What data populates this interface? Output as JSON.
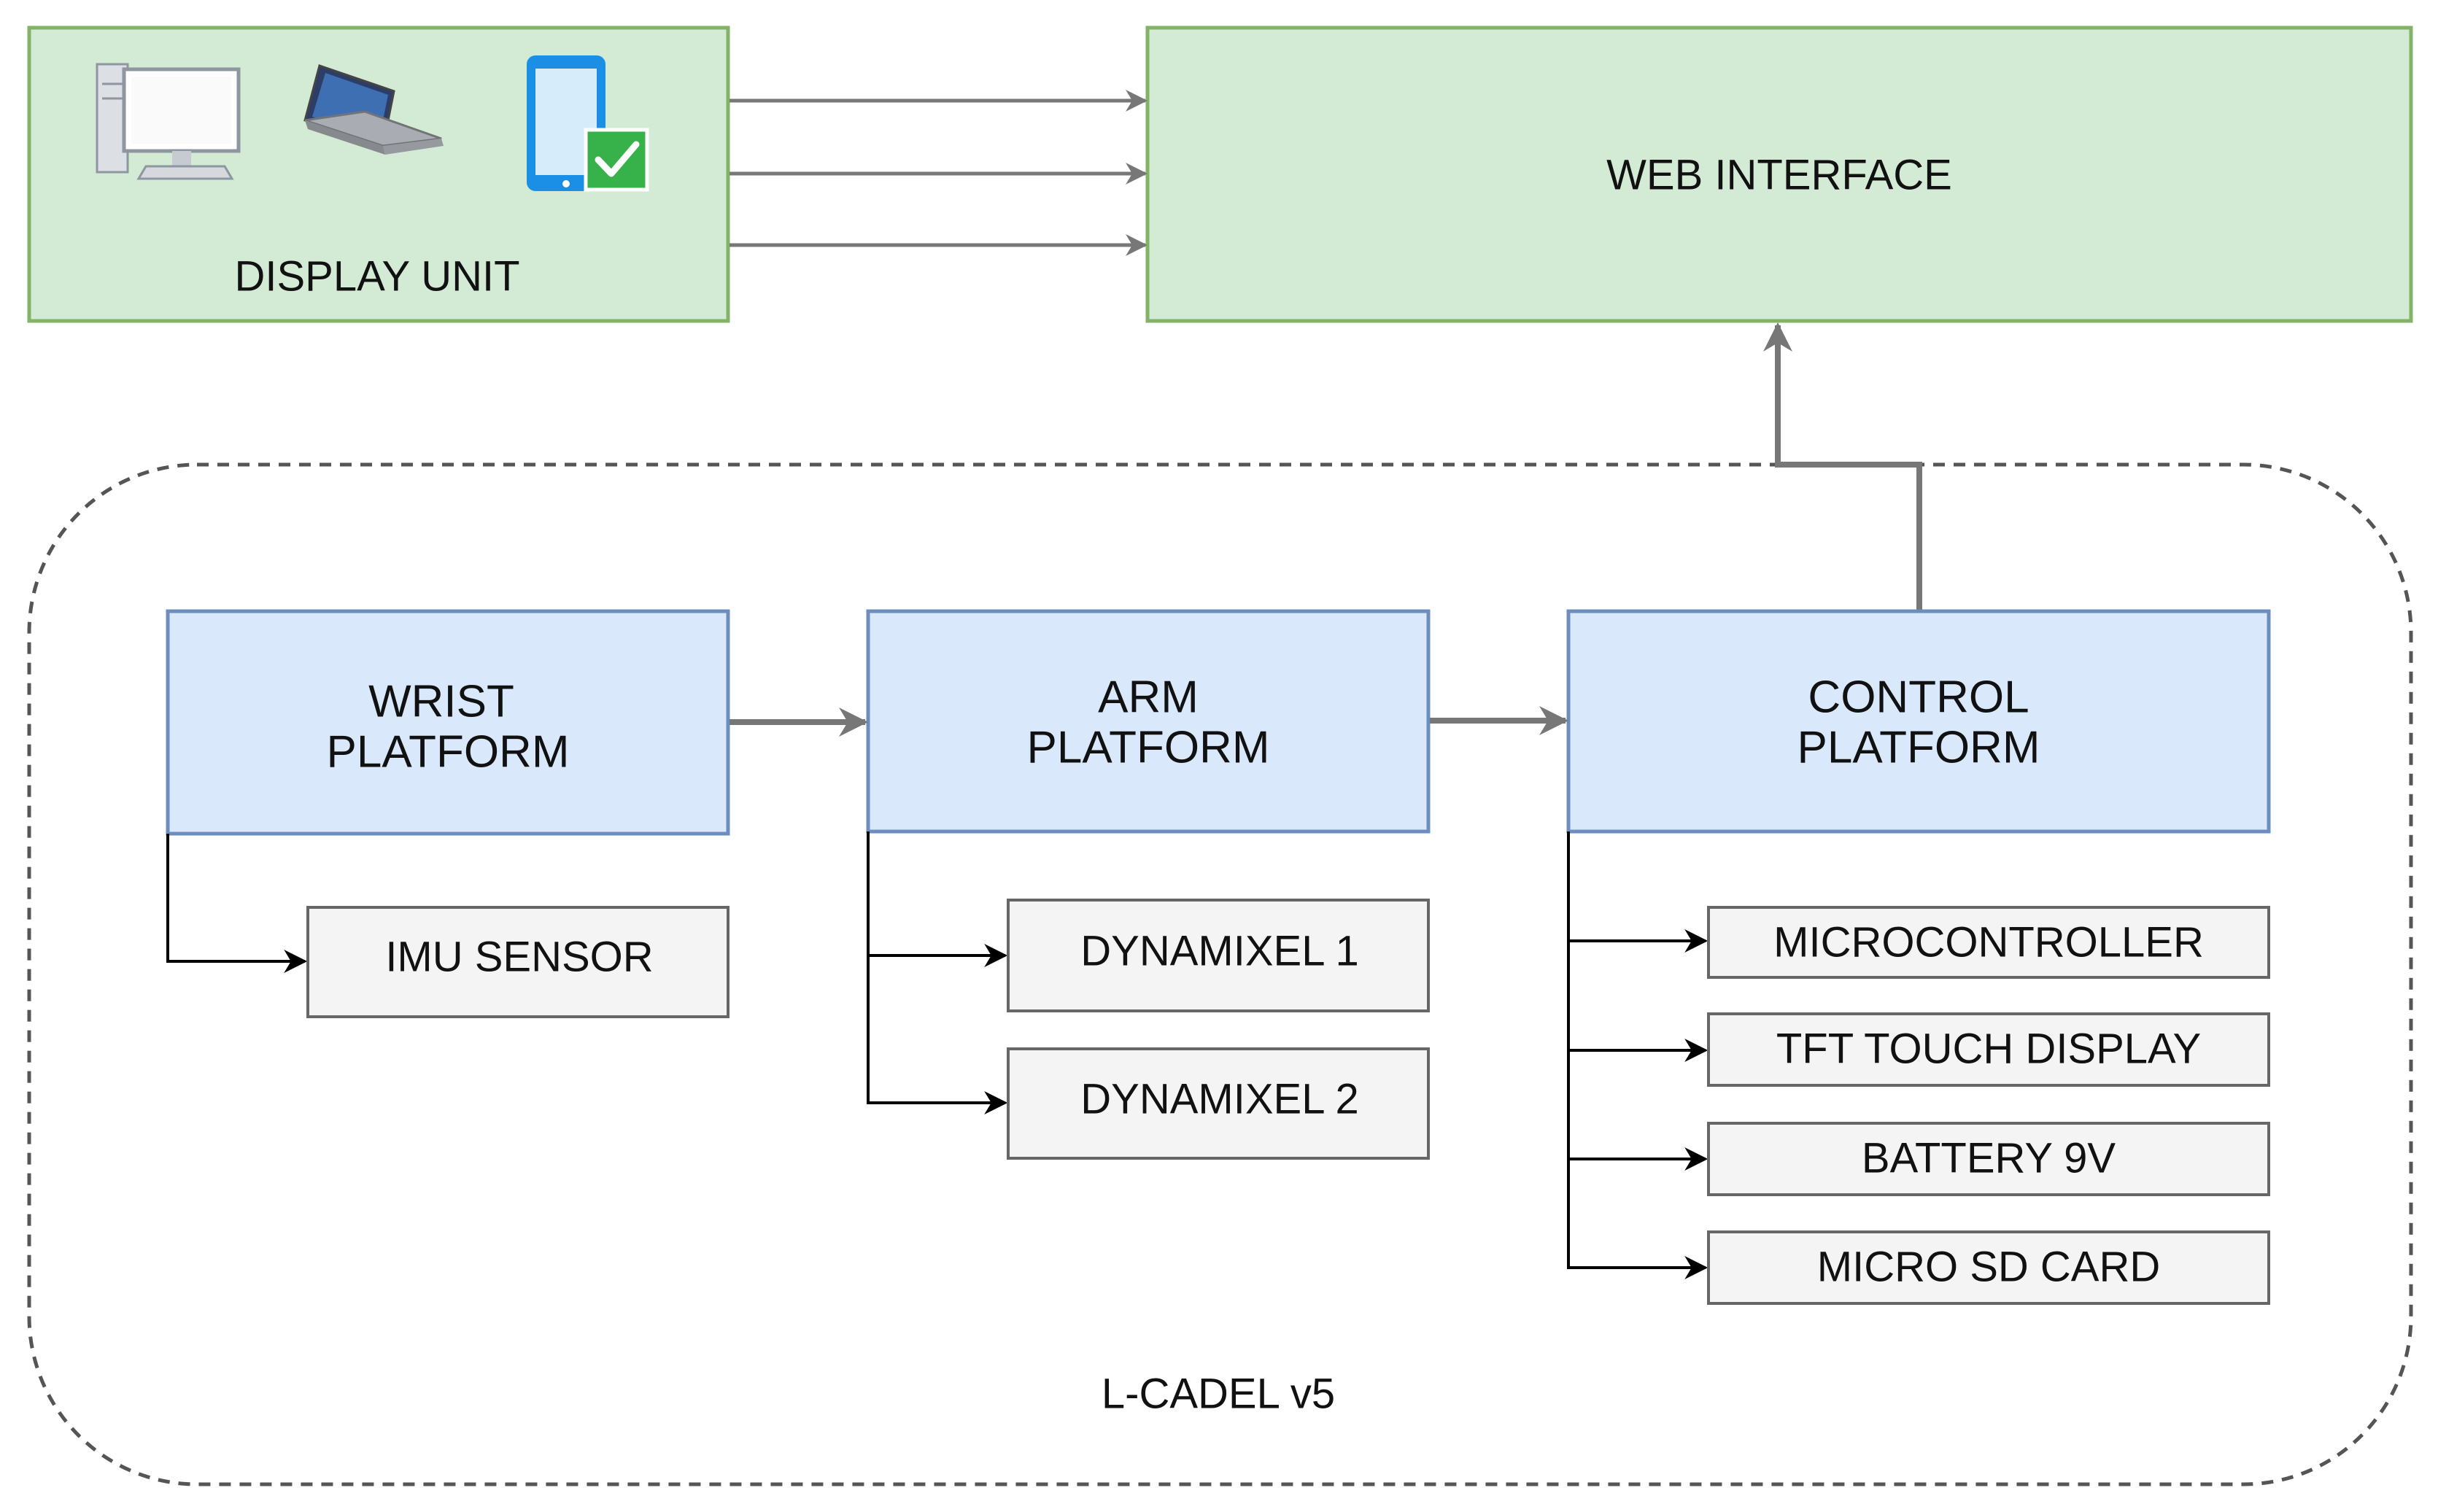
{
  "display_unit": {
    "label": "DISPLAY UNIT",
    "devices": [
      "desktop-computer-icon",
      "laptop-icon",
      "smartphone-check-icon"
    ]
  },
  "web_interface": {
    "label": "WEB INTERFACE"
  },
  "system": {
    "label": "L-CADEL v5"
  },
  "platforms": {
    "wrist": {
      "line1": "WRIST",
      "line2": "PLATFORM"
    },
    "arm": {
      "line1": "ARM",
      "line2": "PLATFORM"
    },
    "control": {
      "line1": "CONTROL",
      "line2": "PLATFORM"
    }
  },
  "components": {
    "wrist": [
      "IMU SENSOR"
    ],
    "arm": [
      "DYNAMIXEL 1",
      "DYNAMIXEL 2"
    ],
    "control": [
      "MICROCONTROLLER",
      "TFT TOUCH DISPLAY",
      "BATTERY 9V",
      "MICRO SD CARD"
    ]
  },
  "colors": {
    "green_fill": "#d3ead5",
    "green_stroke": "#82b366",
    "blue_fill": "#d9e9fb",
    "blue_stroke": "#6c8ebf",
    "gray_fill": "#f4f4f4",
    "gray_stroke": "#666666",
    "arrow_gray": "#777777",
    "arrow_black": "#000000"
  }
}
